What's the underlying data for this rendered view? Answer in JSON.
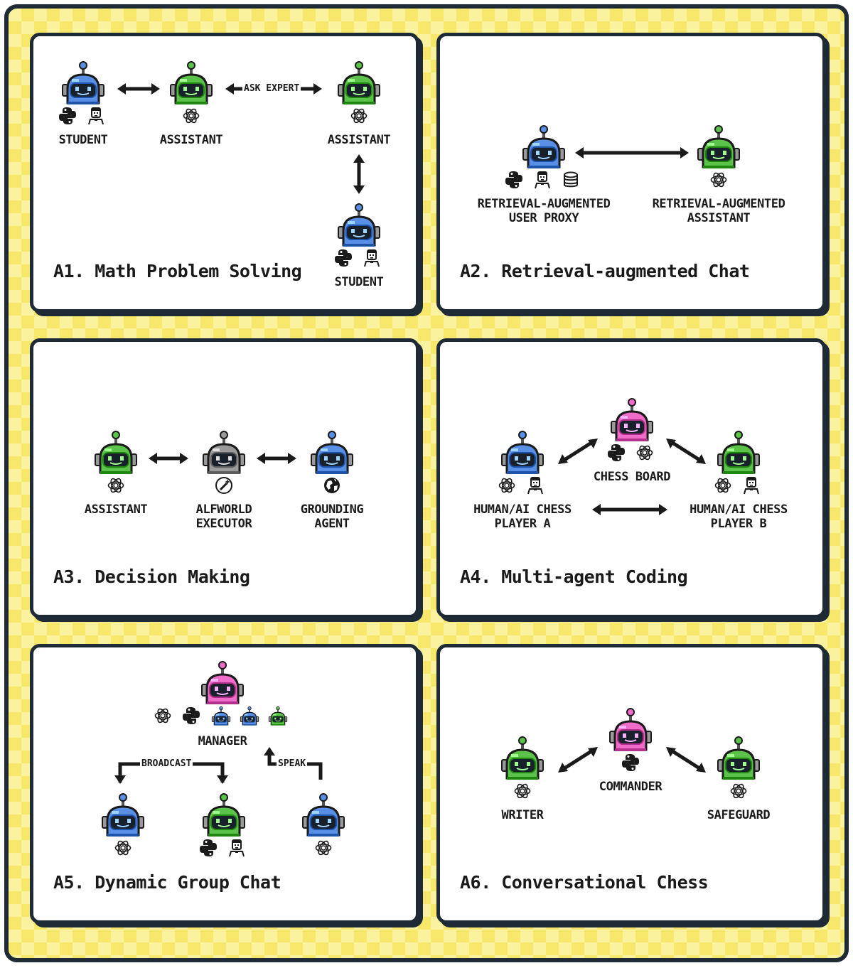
{
  "colors": {
    "background": "#fbf2a0",
    "checker": "#f7e76a",
    "border": "#1e2a36",
    "robot_blue": "#5a8fe6",
    "robot_green": "#5bc24a",
    "robot_gray": "#9a9a9a",
    "robot_pink": "#ef6cc8"
  },
  "panels": [
    {
      "title": "A1. Math Problem Solving",
      "labels": {
        "student_left": "STUDENT",
        "assistant_mid": "ASSISTANT",
        "assistant_right": "ASSISTANT",
        "student_bottom": "STUDENT"
      },
      "arrow_label": "ASK EXPERT"
    },
    {
      "title": "A2. Retrieval-augmented Chat",
      "labels": {
        "proxy": "RETRIEVAL-AUGMENTED\nUSER PROXY",
        "assistant": "RETRIEVAL-AUGMENTED\nASSISTANT"
      }
    },
    {
      "title": "A3. Decision Making",
      "labels": {
        "assistant": "ASSISTANT",
        "executor": "ALFWORLD\nEXECUTOR",
        "grounding": "GROUNDING\nAGENT"
      }
    },
    {
      "title": "A4. Multi-agent Coding",
      "labels": {
        "board": "CHESS BOARD",
        "player_a": "HUMAN/AI CHESS\nPLAYER A",
        "player_b": "HUMAN/AI CHESS\nPLAYER B"
      }
    },
    {
      "title": "A5. Dynamic Group Chat",
      "labels": {
        "manager": "MANAGER"
      },
      "broadcast_label": "BROADCAST",
      "speak_label": "SPEAK"
    },
    {
      "title": "A6. Conversational Chess",
      "labels": {
        "writer": "WRITER",
        "commander": "COMMANDER",
        "safeguard": "SAFEGUARD"
      }
    }
  ],
  "icons": [
    "python-icon",
    "human-icon",
    "openai-icon",
    "database-icon",
    "wand-icon",
    "globe-icon"
  ]
}
